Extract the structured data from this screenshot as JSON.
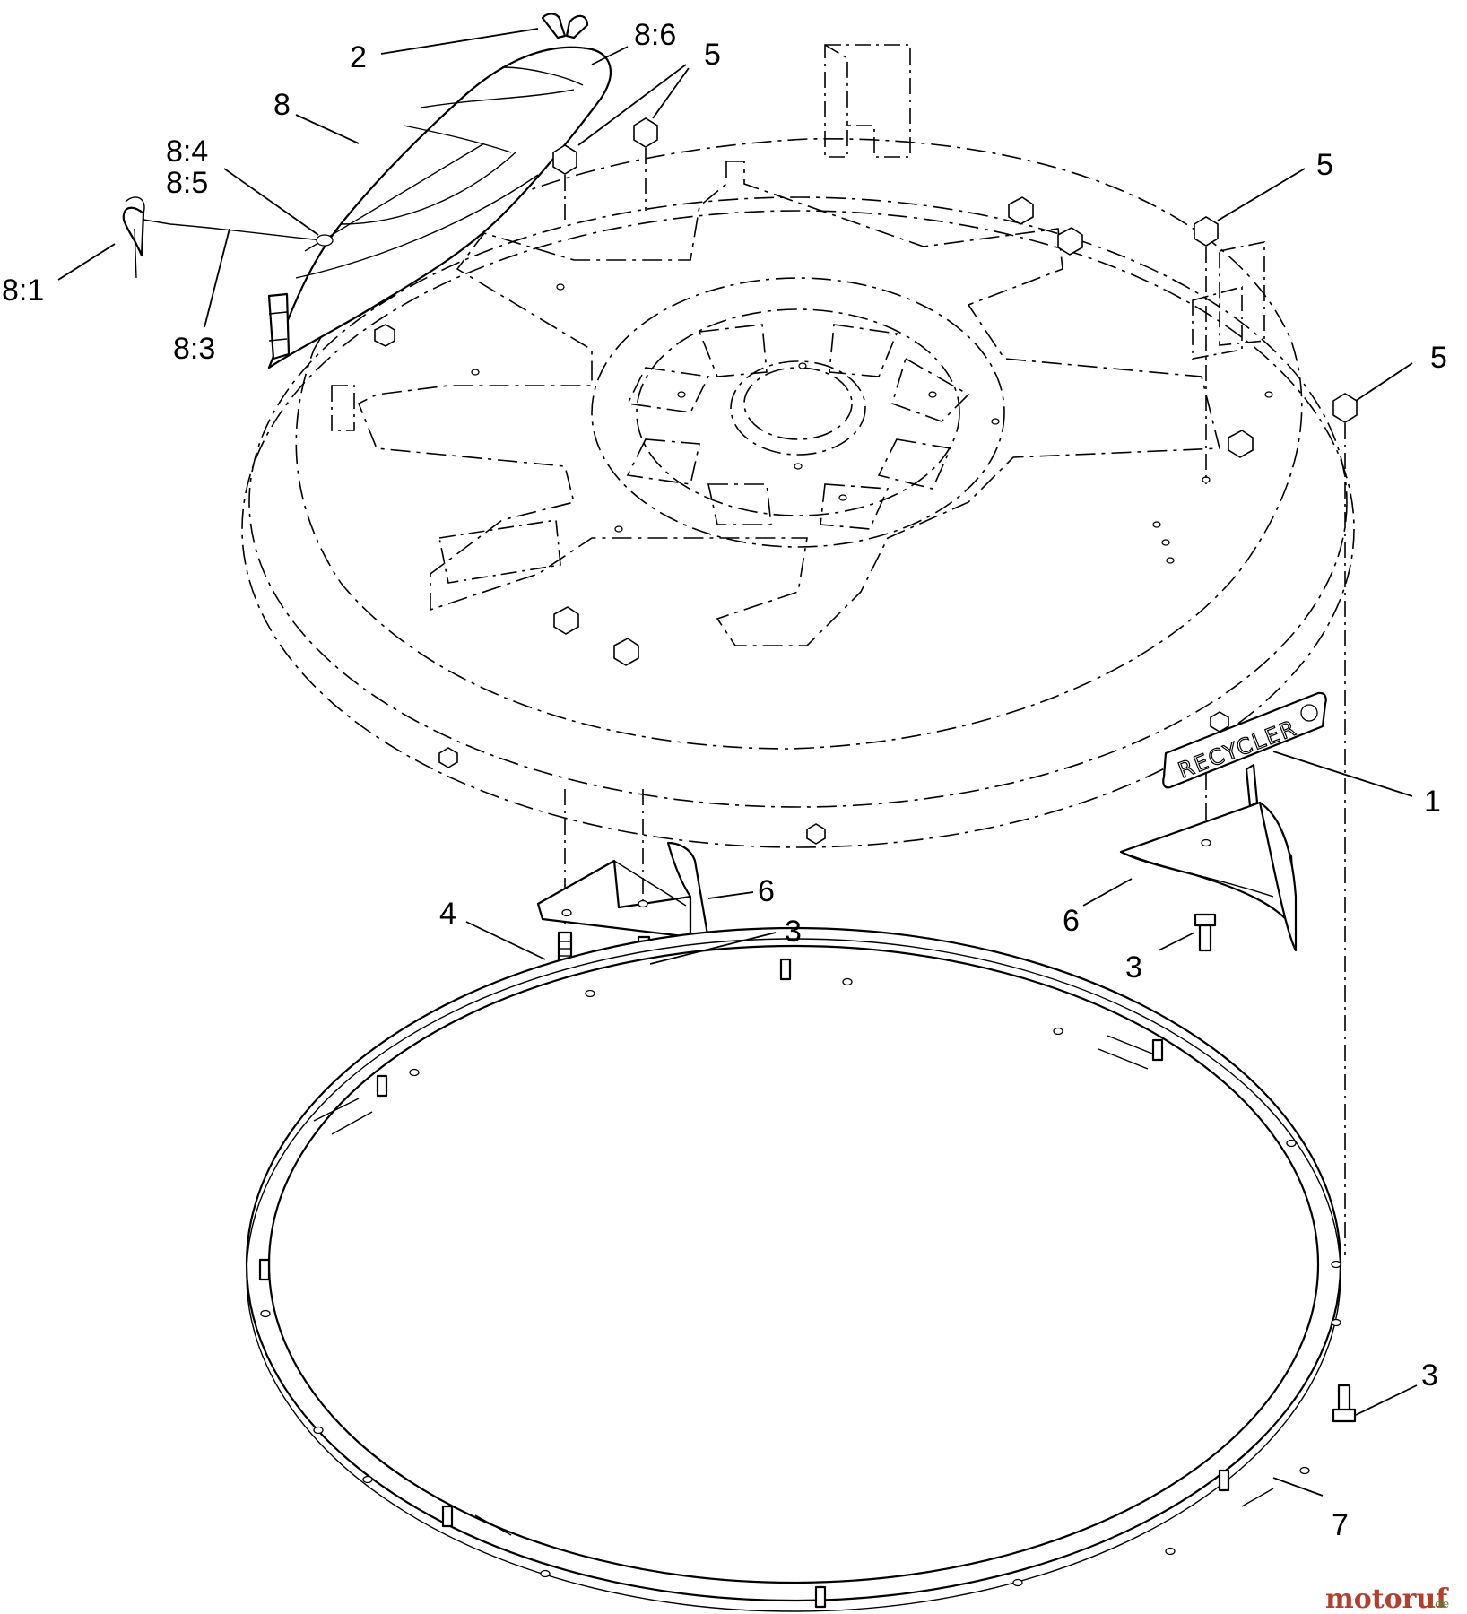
{
  "callouts": {
    "c_2": "2",
    "c_8_6": "8:6",
    "c_5_top": "5",
    "c_8": "8",
    "c_8_4": "8:4",
    "c_8_5": "8:5",
    "c_8_1": "8:1",
    "c_8_3": "8:3",
    "c_5_right_a": "5",
    "c_5_right_b": "5",
    "c_1": "1",
    "c_6_left": "6",
    "c_4": "4",
    "c_3_left": "3",
    "c_6_right": "6",
    "c_3_mid": "3",
    "c_3_right": "3",
    "c_7": "7"
  },
  "decal": {
    "text": "RECYCLER"
  },
  "watermark": {
    "name": "motoruf",
    "tld": ".de"
  }
}
